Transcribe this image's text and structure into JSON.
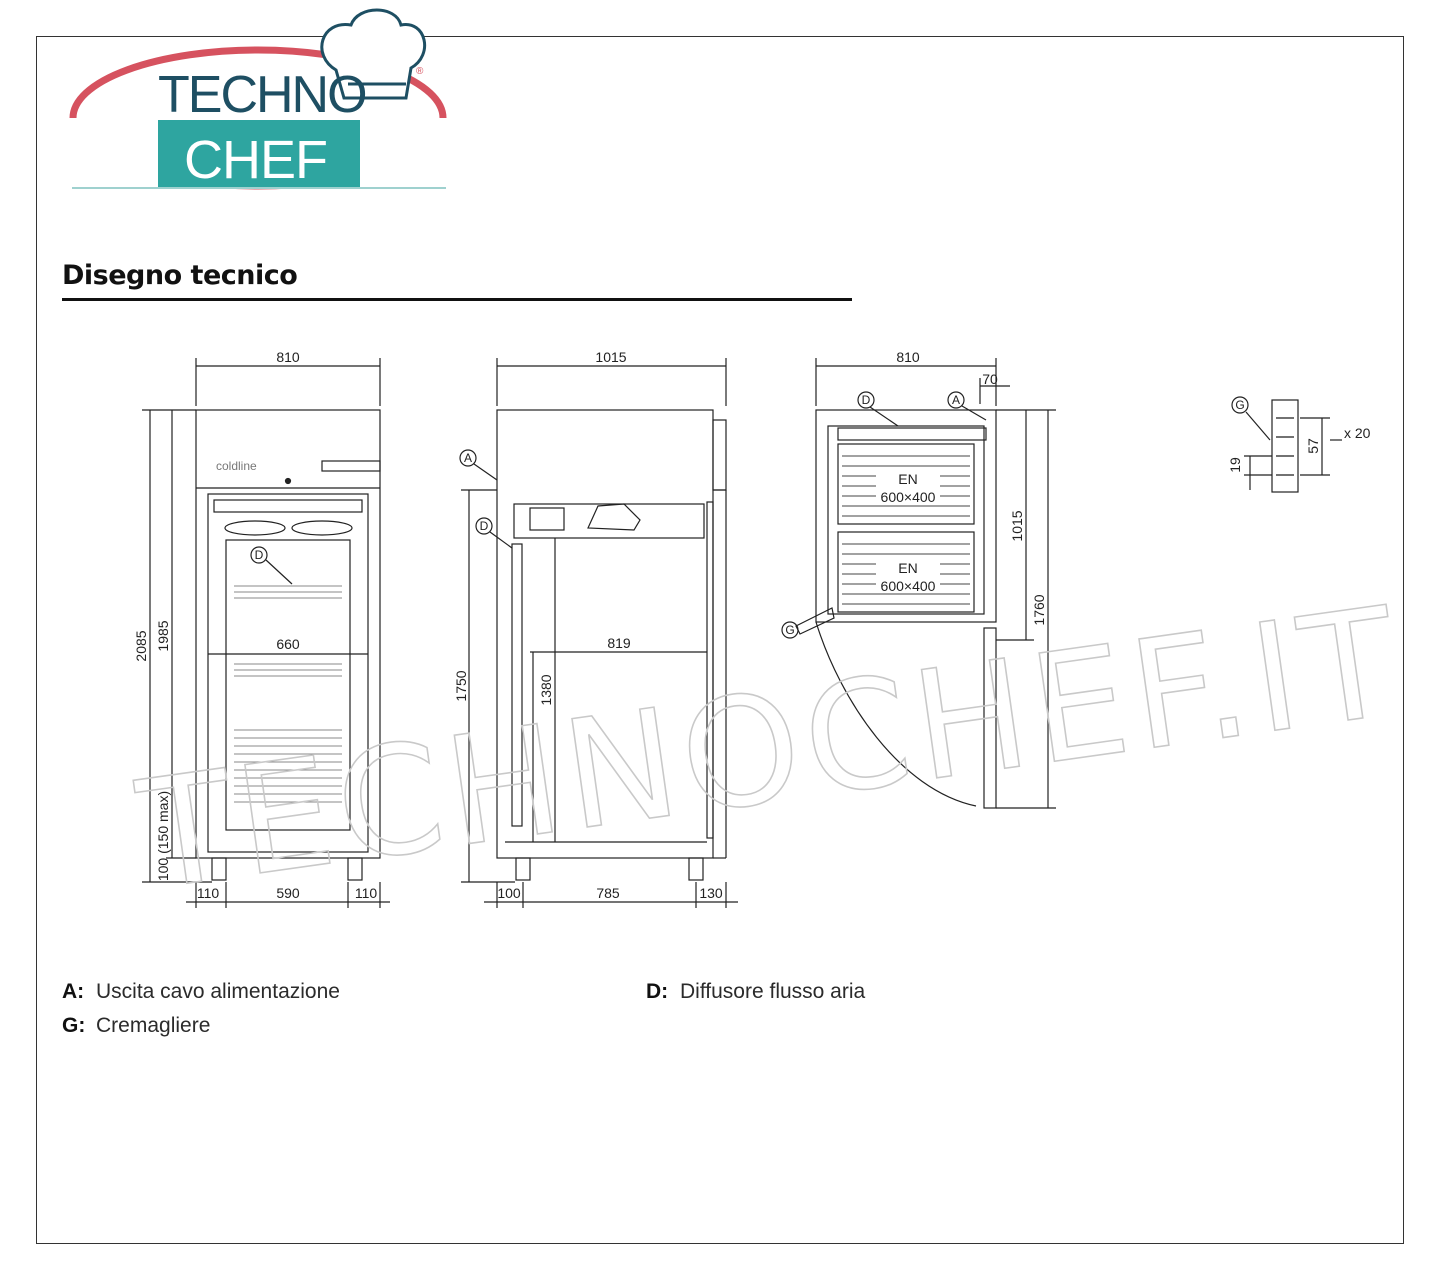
{
  "logo": {
    "line1": "TECHNO",
    "line2": "CHEF",
    "mark": "®",
    "colors": {
      "teal": "#2ea5a0",
      "red": "#d6525f",
      "navy": "#1e4f63"
    }
  },
  "section": {
    "title": "Disegno tecnico"
  },
  "drawing": {
    "front": {
      "width_top": "810",
      "height_total": "2085",
      "height_inner": "1985",
      "inner_width": "660",
      "leg_height": "100 (150 max)",
      "bottom_left": "110",
      "bottom_mid": "590",
      "bottom_right": "110",
      "brand": "coldline",
      "diffuser": "D"
    },
    "side": {
      "width_top": "1015",
      "height": "1750",
      "inner_height": "1380",
      "inner_depth": "819",
      "bottom_left": "100",
      "bottom_mid": "785",
      "bottom_right": "130",
      "cable": "A",
      "diffuser": "D"
    },
    "top": {
      "width_top": "810",
      "offset": "70",
      "depth": "1015",
      "depth_open": "1760",
      "tray1_l1": "EN",
      "tray1_l2": "600×400",
      "tray2_l1": "EN",
      "tray2_l2": "600×400",
      "diffuser": "D",
      "cable": "A",
      "rack": "G"
    },
    "rack_detail": {
      "label": "G",
      "pitch": "19",
      "spacing": "57",
      "count": "x 20"
    },
    "watermark": "TECHNOCHEF.IT"
  },
  "legend": {
    "a_key": "A:",
    "a_text": "Uscita cavo alimentazione",
    "g_key": "G:",
    "g_text": "Cremagliere",
    "d_key": "D:",
    "d_text": "Diffusore flusso aria"
  }
}
